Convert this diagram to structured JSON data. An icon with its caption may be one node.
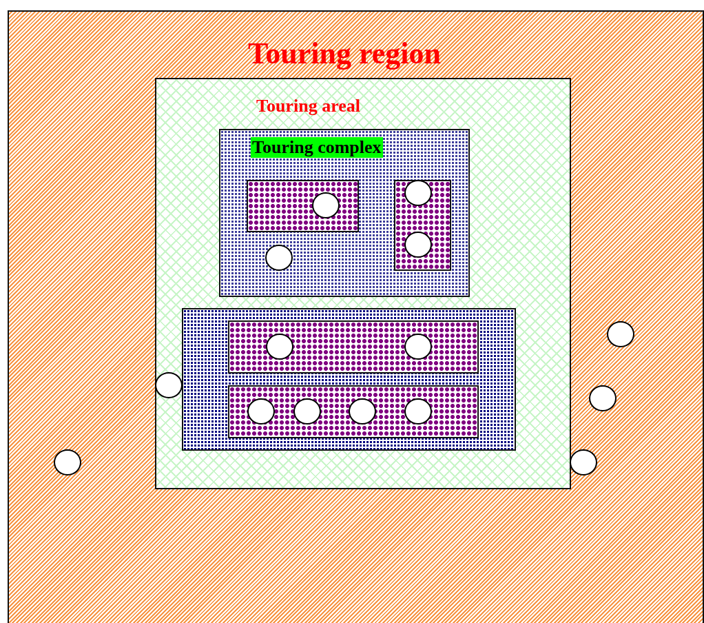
{
  "diagram": {
    "nodes": [
      {
        "text": [
          "Touring region"
        ]
      },
      {
        "text": [
          "Touring areal"
        ],
        "in": 0
      },
      {
        "text": [
          "Touring complex"
        ],
        "in": 1
      },
      {
        "text": [],
        "shape": "box",
        "in": 2
      },
      {
        "text": [],
        "shape": "circle",
        "in": 3
      },
      {
        "text": [],
        "shape": "box",
        "in": 2
      },
      {
        "text": [],
        "shape": "circle",
        "in": 5
      },
      {
        "text": [],
        "shape": "circle",
        "in": 5
      },
      {
        "text": [],
        "shape": "circle",
        "in": 2
      },
      {
        "text": [],
        "shape": "box",
        "in": 1
      },
      {
        "text": [],
        "shape": "box",
        "in": 9
      },
      {
        "text": [],
        "shape": "circle",
        "in": 10
      },
      {
        "text": [],
        "shape": "circle",
        "in": 10
      },
      {
        "text": [],
        "shape": "box",
        "in": 9
      },
      {
        "text": [],
        "shape": "circle",
        "in": 13
      },
      {
        "text": [],
        "shape": "circle",
        "in": 13
      },
      {
        "text": [],
        "shape": "circle",
        "in": 13
      },
      {
        "text": [],
        "shape": "circle",
        "in": 13
      },
      {
        "text": [],
        "shape": "circle",
        "in": 1
      },
      {
        "text": [],
        "shape": "circle",
        "in": 0
      },
      {
        "text": [],
        "shape": "circle",
        "in": 0
      },
      {
        "text": [],
        "shape": "circle",
        "in": 0
      },
      {
        "text": [],
        "shape": "circle",
        "in": 0
      }
    ]
  }
}
